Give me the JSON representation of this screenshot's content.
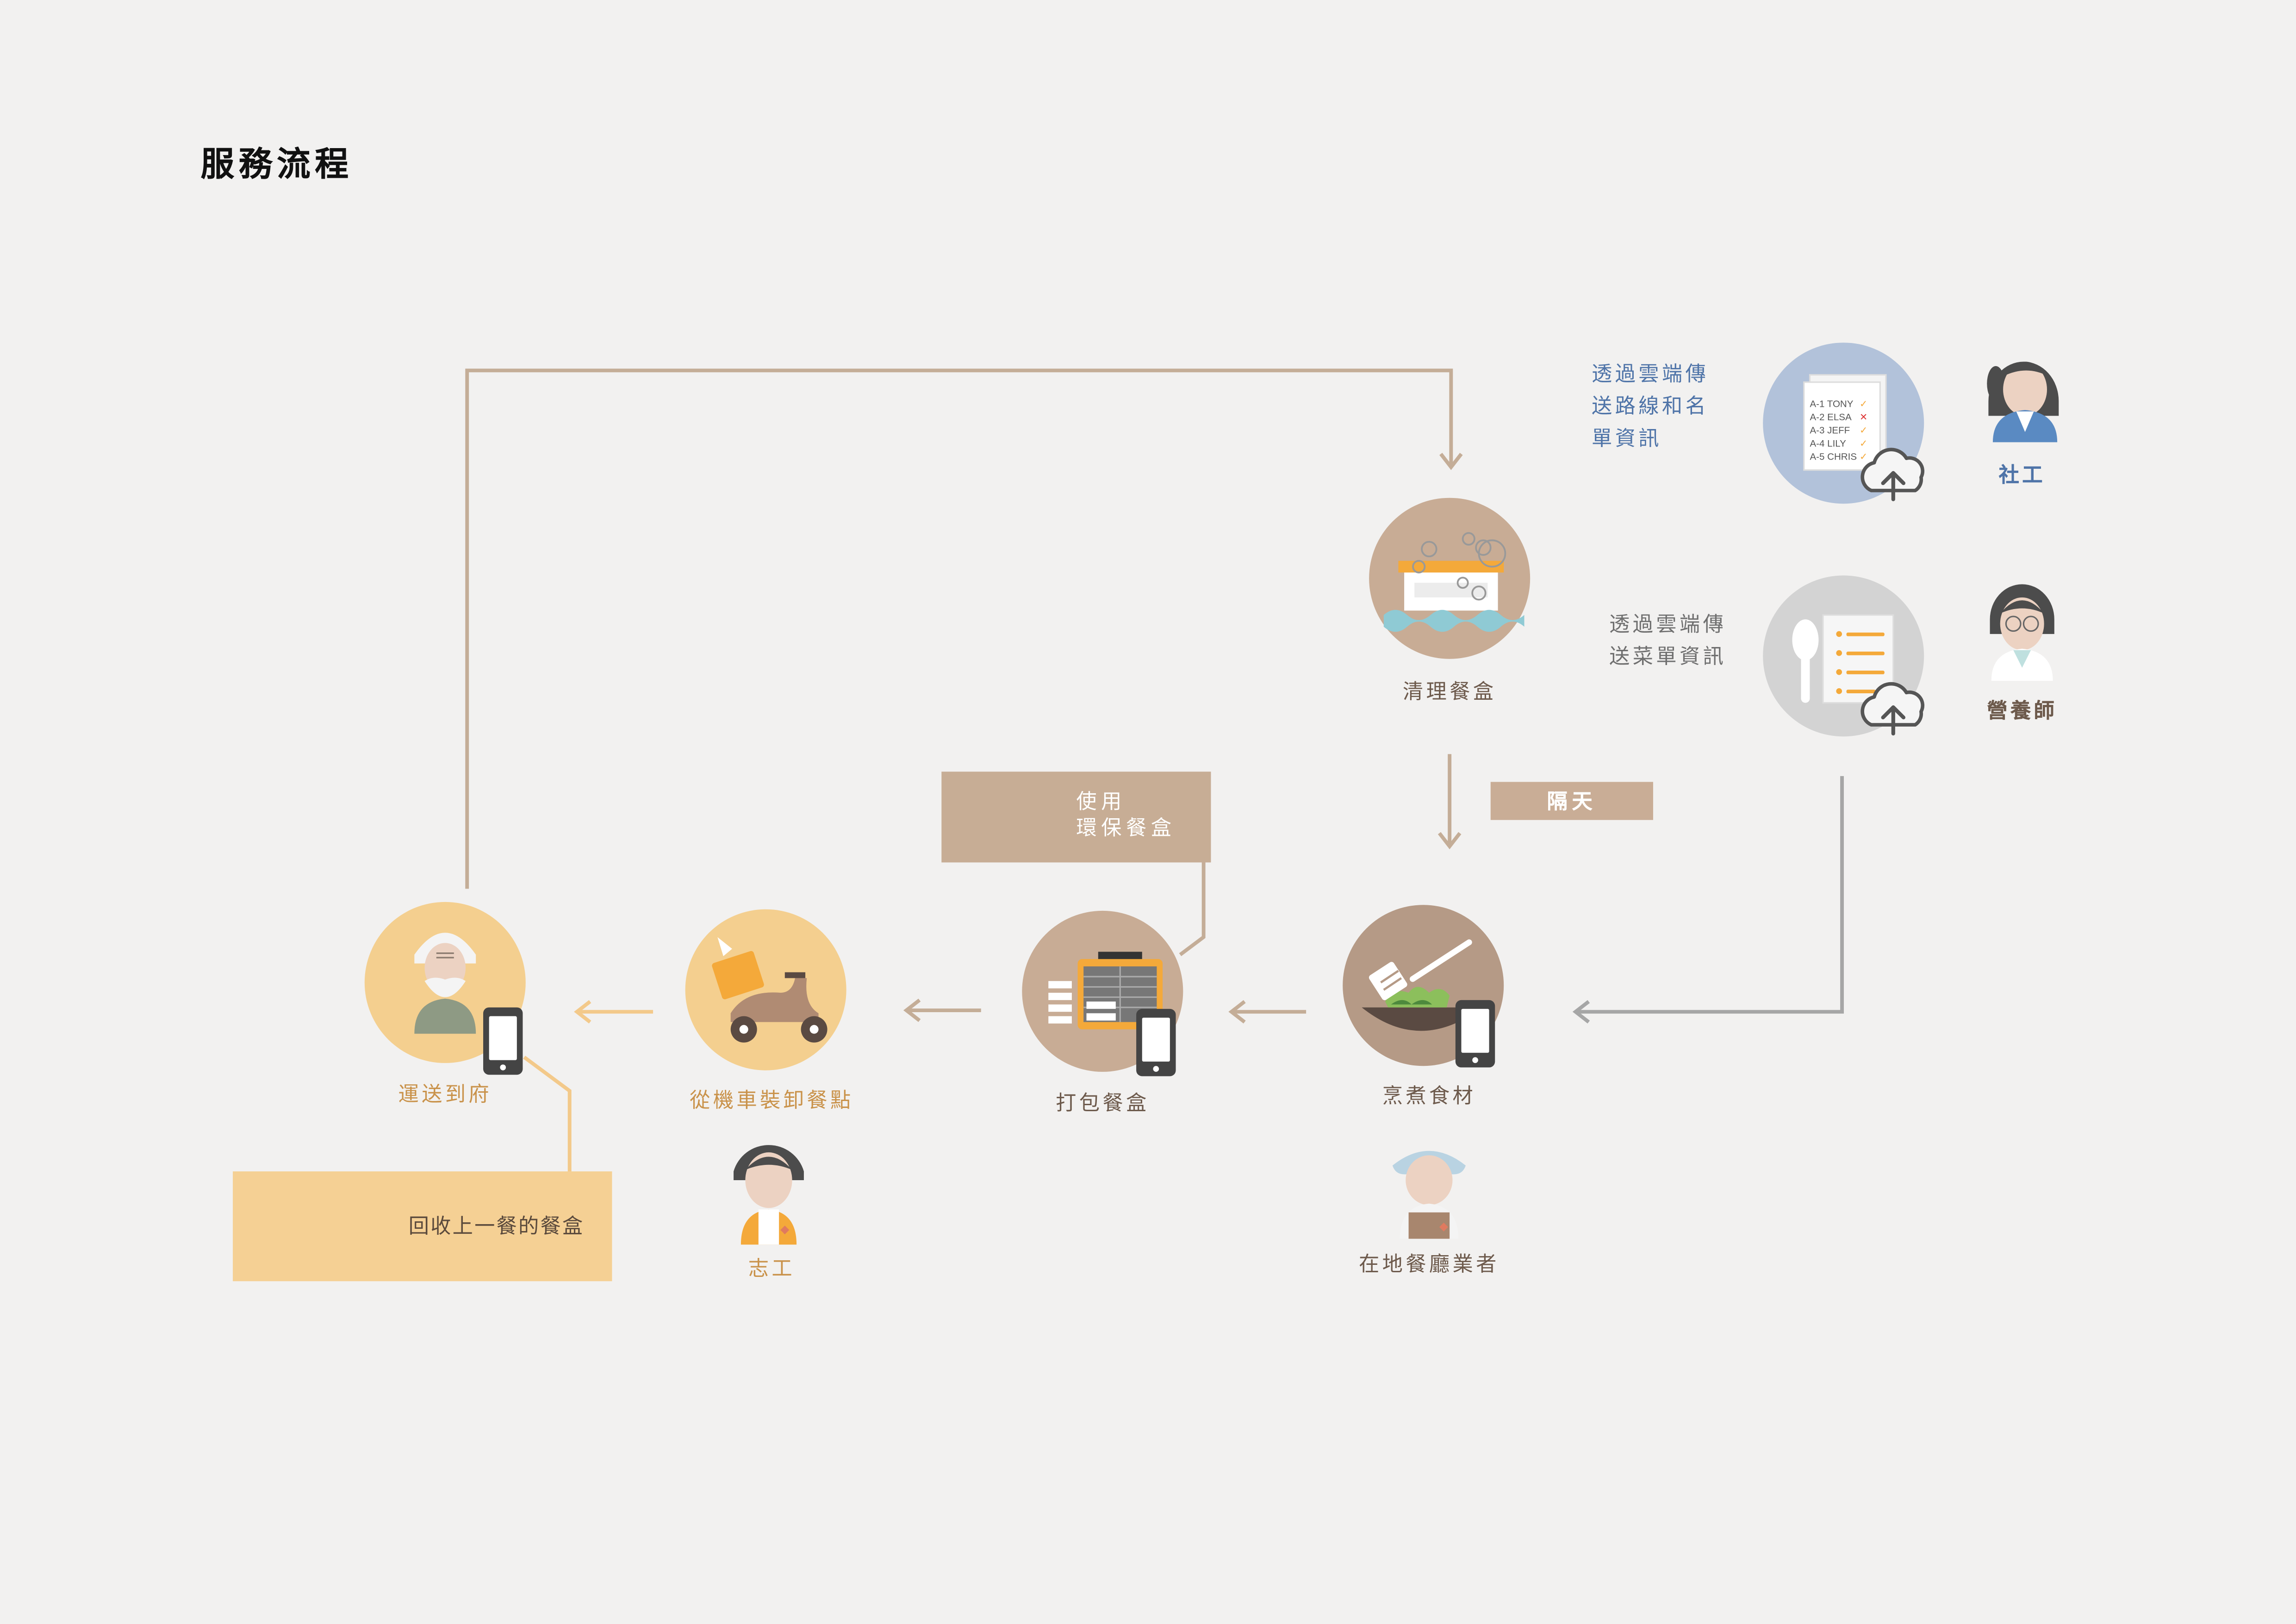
{
  "title": "服務流程",
  "steps": {
    "clean": "清理餐盒",
    "cook": "烹煮食材",
    "pack": "打包餐盒",
    "scooter": "從機車裝卸餐點",
    "deliver": "運送到府"
  },
  "roles": {
    "social_worker": "社工",
    "nutritionist": "營養師",
    "volunteer": "志工",
    "restaurant": "在地餐廳業者"
  },
  "notes": {
    "route_upload": [
      "透過雲端傳",
      "送路線和名",
      "單資訊"
    ],
    "menu_upload": [
      "透過雲端傳",
      "送菜單資訊"
    ],
    "next_day": "隔天",
    "eco_box": [
      "使用",
      "環保餐盒"
    ],
    "recycle": "回收上一餐的餐盒"
  },
  "roster": [
    {
      "code": "A-1 TONY",
      "mark": "✓"
    },
    {
      "code": "A-2 ELSA",
      "mark": "✕"
    },
    {
      "code": "A-3 JEFF",
      "mark": "✓"
    },
    {
      "code": "A-4 LILY",
      "mark": "✓"
    },
    {
      "code": "A-5 CHRIS",
      "mark": "✓"
    }
  ],
  "colors": {
    "background": "#f2f1f0",
    "brown": "#c8ac95",
    "gold": "#f4cf8f",
    "orange": "#f4a93a",
    "blue_circle": "#b2c2da",
    "grey_circle": "#d3d3d3",
    "line_brown": "#c4ad97",
    "line_grey": "#a6a6a6",
    "line_gold": "#f3c98a"
  }
}
